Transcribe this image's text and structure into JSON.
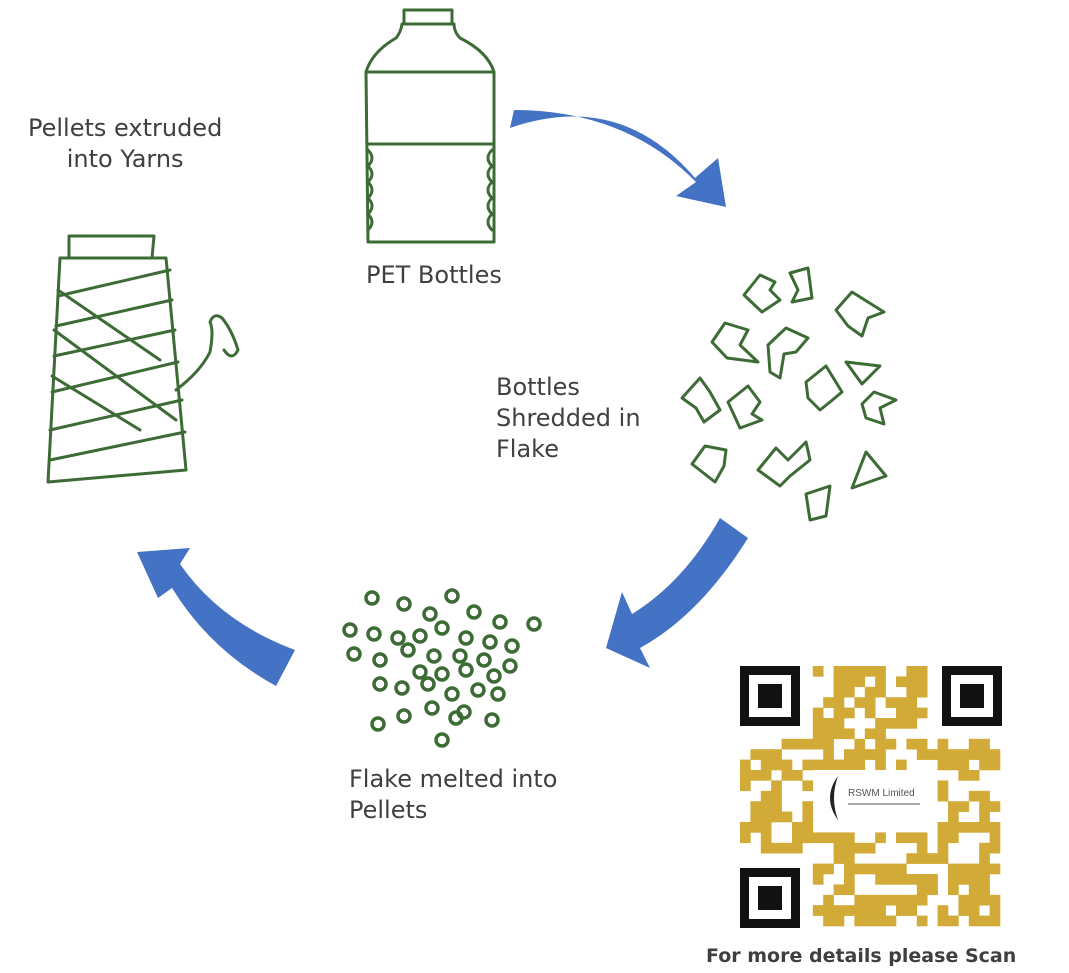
{
  "steps": {
    "bottles": "PET Bottles",
    "flakes": [
      "Bottles",
      "Shredded in",
      "Flake"
    ],
    "pellets": [
      "Flake melted into",
      "Pellets"
    ],
    "yarns": [
      "Pellets extruded",
      "into Yarns"
    ]
  },
  "qr": {
    "caption": "For more details please Scan",
    "logo_text": "RSWM Limited"
  },
  "colors": {
    "arrow": "#4472c4",
    "sketch": "#3d6b35",
    "qr_gold": "#d2aa37",
    "qr_dark": "#111111"
  }
}
